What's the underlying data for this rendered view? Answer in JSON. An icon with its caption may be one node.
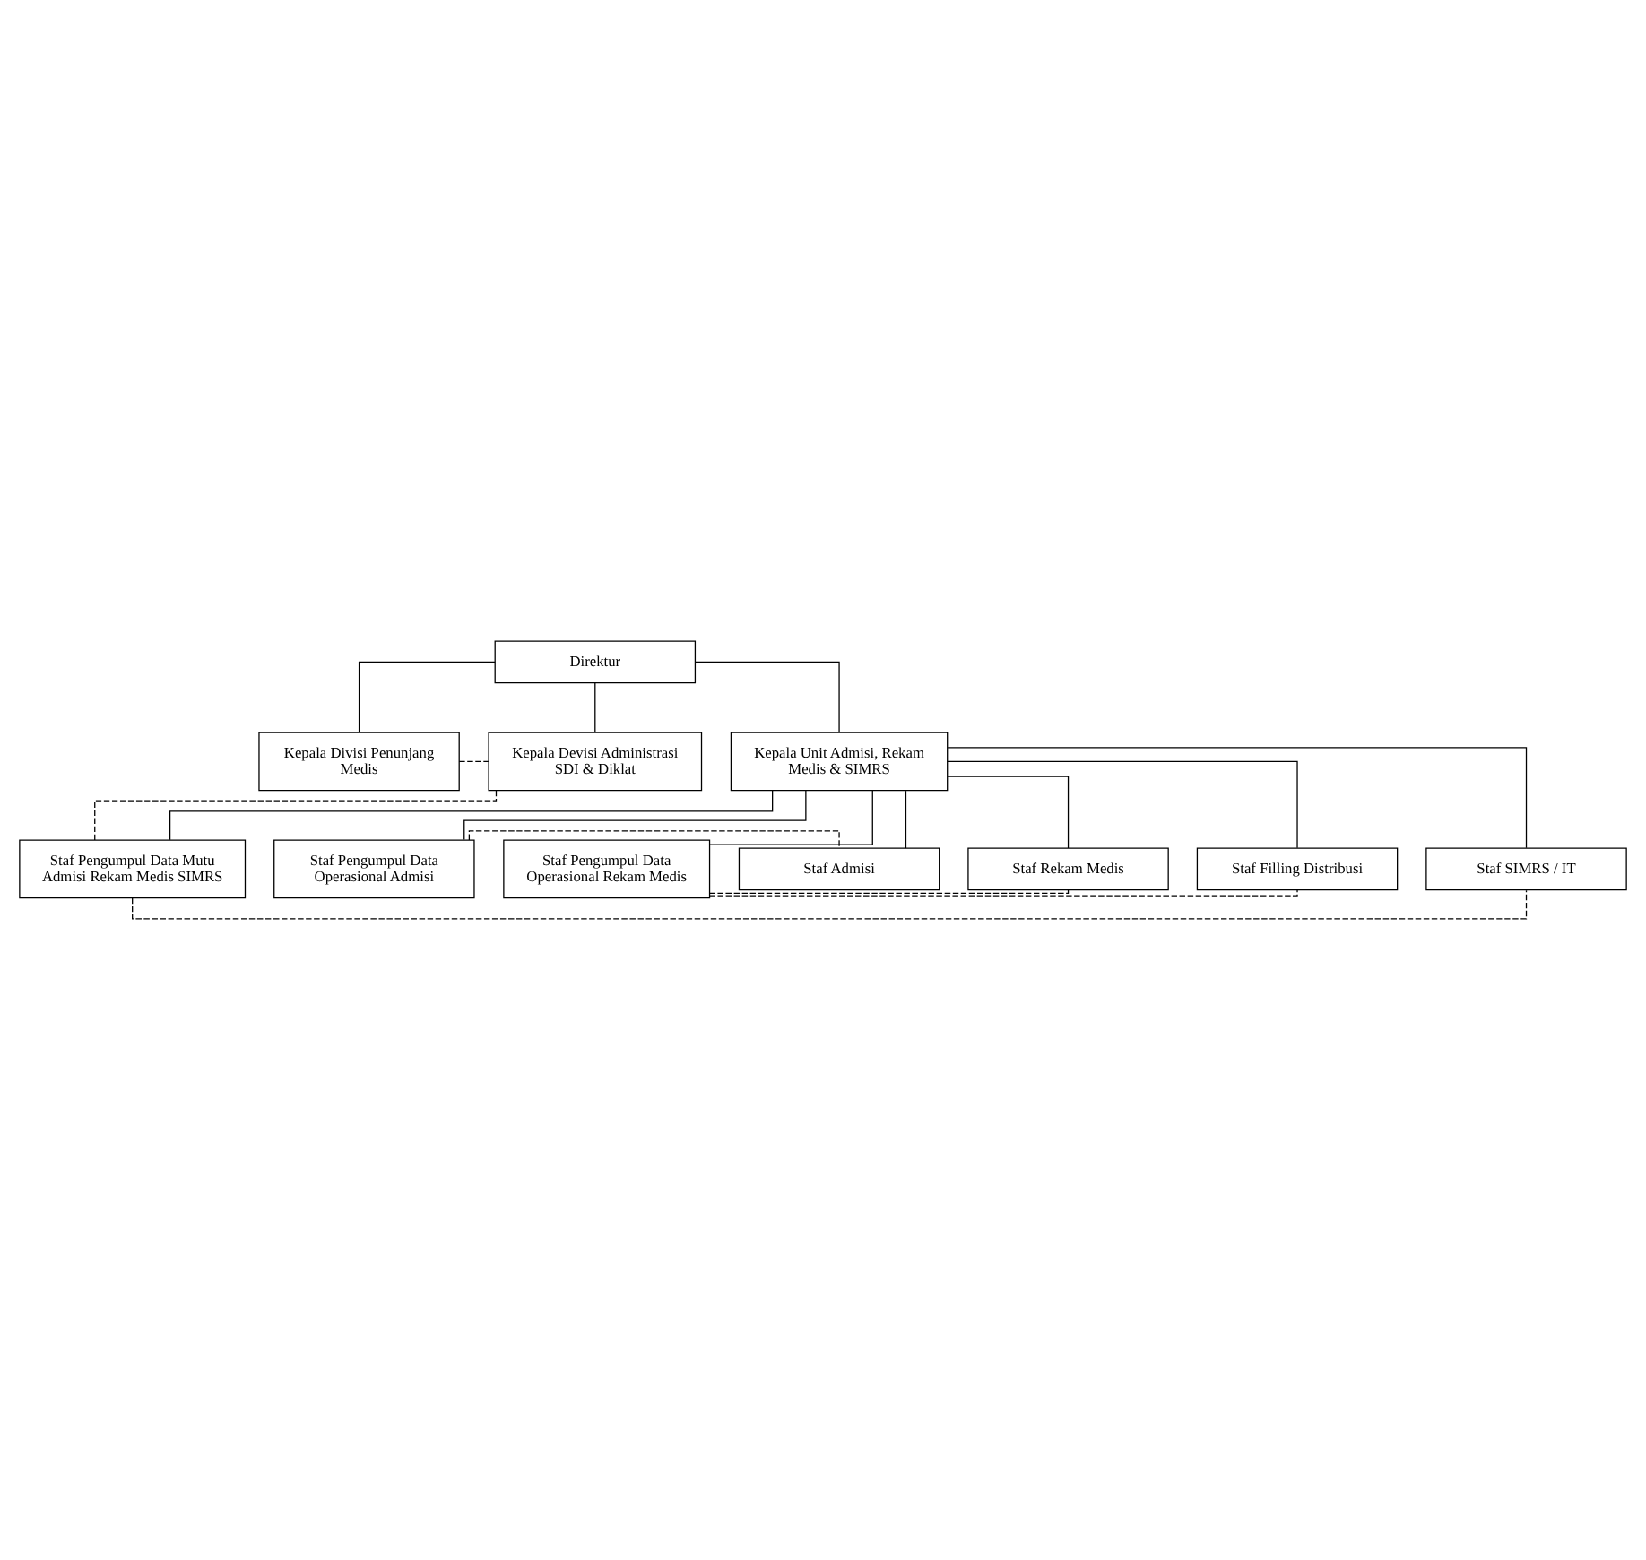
{
  "diagram": {
    "nodes": [
      {
        "text": [
          "Direktur"
        ]
      },
      {
        "text": [
          "Kepala Divisi Penunjang Medis"
        ]
      },
      {
        "text": [
          "Kepala Devisi Administrasi SDI & Diklat"
        ]
      },
      {
        "text": [
          "Kepala Unit Admisi, Rekam Medis & SIMRS"
        ]
      },
      {
        "text": [
          "Staf Pengumpul Data Mutu Admisi Rekam Medis SIMRS"
        ]
      },
      {
        "text": [
          "Staf Pengumpul Data Operasional Admisi"
        ]
      },
      {
        "text": [
          "Staf Pengumpul Data Operasional Rekam Medis"
        ]
      },
      {
        "text": [
          "Staf Admisi"
        ]
      },
      {
        "text": [
          "Staf Rekam Medis"
        ]
      },
      {
        "text": [
          "Staf Filling Distribusi"
        ]
      },
      {
        "text": [
          "Staf SIMRS / IT"
        ]
      }
    ],
    "edges": [
      {
        "from": 0,
        "to": 1,
        "arrow": "none"
      },
      {
        "from": 0,
        "to": 2,
        "arrow": "none"
      },
      {
        "from": 0,
        "to": 3,
        "arrow": "none"
      },
      {
        "from": 1,
        "to": 2,
        "arrow": "none",
        "style": "dashed"
      },
      {
        "from": 3,
        "to": 4,
        "arrow": "none"
      },
      {
        "from": 3,
        "to": 5,
        "arrow": "none"
      },
      {
        "from": 3,
        "to": 6,
        "arrow": "none"
      },
      {
        "from": 3,
        "to": 7,
        "arrow": "none"
      },
      {
        "from": 3,
        "to": 8,
        "arrow": "none"
      },
      {
        "from": 3,
        "to": 9,
        "arrow": "none"
      },
      {
        "from": 3,
        "to": 10,
        "arrow": "none"
      },
      {
        "from": 2,
        "to": 4,
        "arrow": "none",
        "style": "dashed"
      },
      {
        "from": 4,
        "to": 10,
        "arrow": "none",
        "style": "dashed"
      },
      {
        "from": 5,
        "to": 7,
        "arrow": "none",
        "style": "dashed"
      },
      {
        "from": 6,
        "to": 8,
        "arrow": "none",
        "style": "dashed"
      },
      {
        "from": 6,
        "to": 9,
        "arrow": "none",
        "style": "dashed"
      }
    ]
  }
}
